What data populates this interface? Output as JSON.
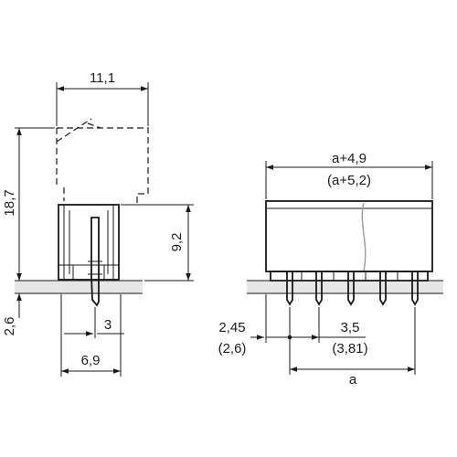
{
  "side_view": {
    "width_label": "11,1",
    "overall_height_label": "18,7",
    "body_height_label": "9,2",
    "pin_length_label": "2,6",
    "pitch_label": "3",
    "base_width_label": "6,9"
  },
  "front_view": {
    "total_width_label": "a+4,9",
    "total_width_alt_label": "(a+5,2)",
    "edge_offset_label": "2,45",
    "edge_offset_alt_label": "(2,6)",
    "pitch_label": "3,5",
    "pitch_alt_label": "(3,81)",
    "span_label": "a"
  },
  "colors": {
    "line": "#1a1a1a",
    "board": "#e6e6e6",
    "break_line": "#9a9a9a"
  }
}
